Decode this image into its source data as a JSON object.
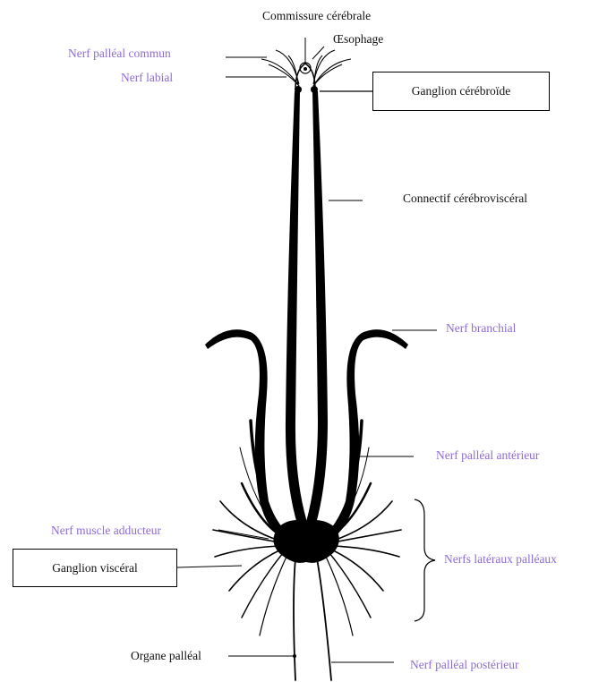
{
  "labels": {
    "commissure": "Commissure cérébrale",
    "oesophage": "Œsophage",
    "nerf_palleal_commun": "Nerf palléal commun",
    "nerf_labial": "Nerf labial",
    "ganglion_cerebroide": "Ganglion cérébroïde",
    "connectif": "Connectif cérébroviscéral",
    "nerf_branchial": "Nerf branchial",
    "nerf_palleal_anterieur": "Nerf palléal antérieur",
    "nerf_muscle_adducteur": "Nerf muscle adducteur",
    "nerfs_lateraux": "Nerfs latéraux palléaux",
    "ganglion_visceral": "Ganglion viscéral",
    "organe_palleal": "Organe palléal",
    "nerf_palleal_posterieur": "Nerf palléal postérieur"
  },
  "colors": {
    "purple_label": "#8e6bd3",
    "black_label": "#111111",
    "structure": "#000000"
  }
}
